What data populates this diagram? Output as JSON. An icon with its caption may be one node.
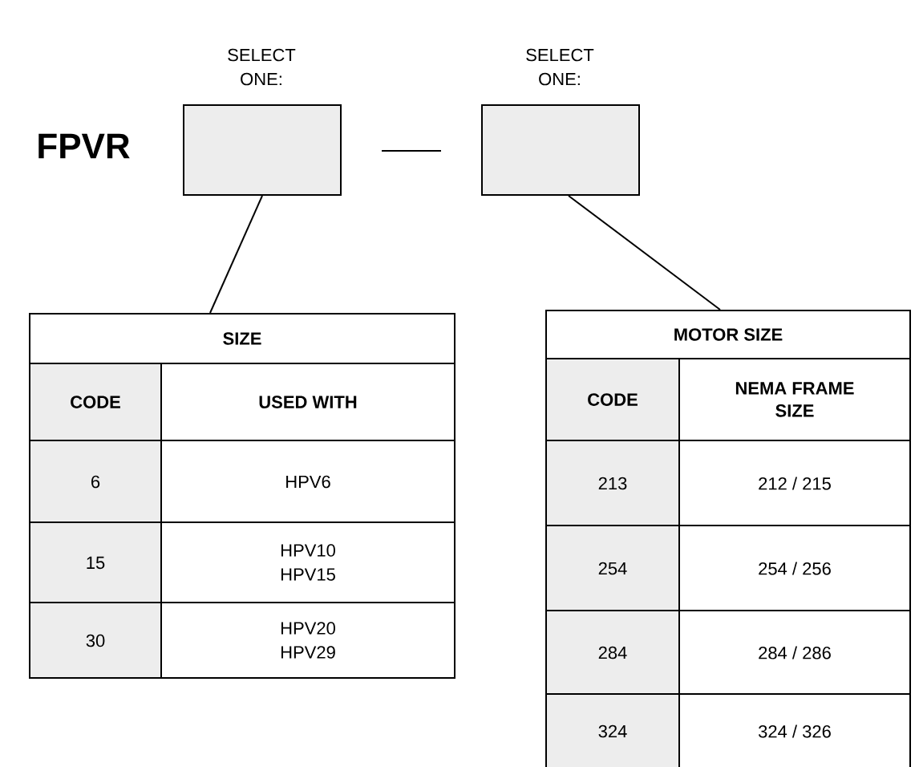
{
  "diagram": {
    "nodes": [
      {
        "text": [],
        "shape": "box",
        "beside": [
          "SELECT ONE:"
        ]
      },
      {
        "text": [],
        "shape": "box",
        "beside": [
          "SELECT ONE:"
        ]
      },
      {
        "text": [
          "SIZE"
        ]
      },
      {
        "text": [
          "MOTOR SIZE"
        ]
      }
    ],
    "edges": [
      {
        "from": 0,
        "to": 2,
        "arrow": "none"
      },
      {
        "from": 1,
        "to": 3,
        "arrow": "none"
      }
    ],
    "labels": [
      "FPVR",
      "CODE",
      "USED WITH",
      "6",
      "HPV6",
      "15",
      "HPV10 HPV15",
      "30",
      "HPV20 HPV29",
      "CODE",
      "NEMA FRAME SIZE",
      "213",
      "212 / 215",
      "254",
      "254 / 256",
      "284",
      "284 / 286",
      "324",
      "324 / 326"
    ]
  }
}
